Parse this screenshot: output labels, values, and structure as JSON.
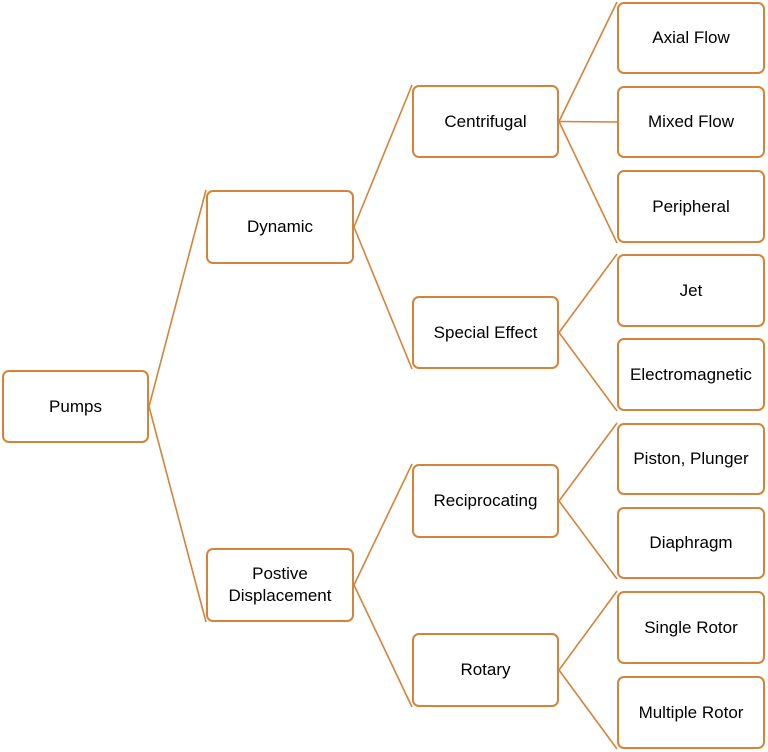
{
  "colors": {
    "border": "#d2843c",
    "line": "#d2843c",
    "text": "#000000",
    "background": "#ffffff"
  },
  "tree": {
    "root": "Pumps",
    "dynamic": {
      "label": "Dynamic",
      "centrifugal": {
        "label": "Centrifugal",
        "axial_flow": "Axial Flow",
        "mixed_flow": "Mixed Flow",
        "peripheral": "Peripheral"
      },
      "special_effect": {
        "label": "Special Effect",
        "jet": "Jet",
        "electromagnetic": "Electromagnetic"
      }
    },
    "positive_displacement": {
      "label": "Postive\nDisplacement",
      "reciprocating": {
        "label": "Reciprocating",
        "piston_plunger": "Piston, Plunger",
        "diaphragm": "Diaphragm"
      },
      "rotary": {
        "label": "Rotary",
        "single_rotor": "Single Rotor",
        "multiple_rotor": "Multiple Rotor"
      }
    }
  }
}
